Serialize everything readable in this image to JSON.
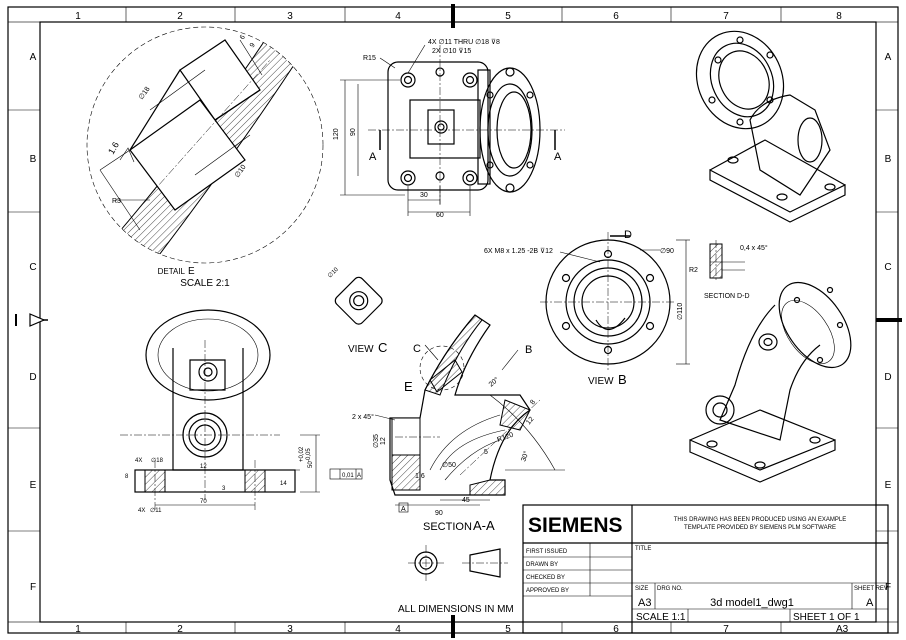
{
  "zones": {
    "columns": [
      "1",
      "2",
      "3",
      "4",
      "5",
      "6",
      "7",
      "8"
    ],
    "rows": [
      "A",
      "B",
      "C",
      "D",
      "E",
      "F"
    ]
  },
  "views": {
    "detail_label": "DETAIL",
    "detail_letter": "E",
    "detail_scale": "SCALE 2:1",
    "view_c_label": "VIEW",
    "view_c_letter": "C",
    "view_b_label": "VIEW",
    "view_b_letter": "B",
    "section_aa_label": "SECTION",
    "section_aa_letter": "A-A",
    "section_dd_label": "SECTION D-D",
    "cut_a": "A",
    "mark_b": "B",
    "mark_c": "C",
    "mark_d": "D",
    "mark_e": "E"
  },
  "dimensions": {
    "r15": "R15",
    "holes_thru": "4X ∅11 THRU  ∅18 ⊽8",
    "holes_2x": "2X  ∅10  ⊽15",
    "d120": "120",
    "d90v": "90",
    "d30": "30",
    "d60": "60",
    "d18": "∅18",
    "d6": "6",
    "d9": "9",
    "d10": "∅10",
    "r3": "R3",
    "d16": "1.6",
    "thread": "6X M8 x 1.25 -2B ⊽12",
    "d90c": "∅90",
    "d110": "∅110",
    "chamfer": "0,4  x  45°",
    "r2": "R2",
    "x4_18": "4X",
    "x4_11": "4X",
    "d18b": "∅18",
    "d11b": "∅11",
    "d12": "12",
    "d70": "70",
    "d3": "3",
    "d14": "14",
    "d2": "2",
    "d8": "8",
    "d50v": "50",
    "tol_plus": "+0,02",
    "tol_minus": "-0,05",
    "flatness": "0,01",
    "datum_a": "A",
    "chamfer2": "2  x  45°",
    "d35": "∅35",
    "d50": "∅50",
    "d5": "5",
    "d45": "45",
    "d90h": "90",
    "d18sec": "1,6",
    "r120": "R120",
    "ang20": "20°",
    "ang30": "30°",
    "d12b": "12"
  },
  "title_block": {
    "company": "SIEMENS",
    "note_line1": "THIS DRAWING HAS BEEN PRODUCED USING AN EXAMPLE",
    "note_line2": "TEMPLATE PROVIDED BY SIEMENS PLM SOFTWARE",
    "first_issued": "FIRST ISSUED",
    "drawn_by": "DRAWN BY",
    "checked_by": "CHECKED BY",
    "approved_by": "APPROVED BY",
    "title_label": "TITLE",
    "size_label": "SIZE",
    "drg_label": "DRG NO.",
    "rev_label": "SHEET REV",
    "size_value": "A3",
    "drg_value": "3d model1_dwg1",
    "rev_value": "A",
    "scale": "SCALE 1:1",
    "sheet": "SHEET 1 OF 1",
    "all_dims": "ALL DIMENSIONS IN MM",
    "corner": "A3"
  }
}
